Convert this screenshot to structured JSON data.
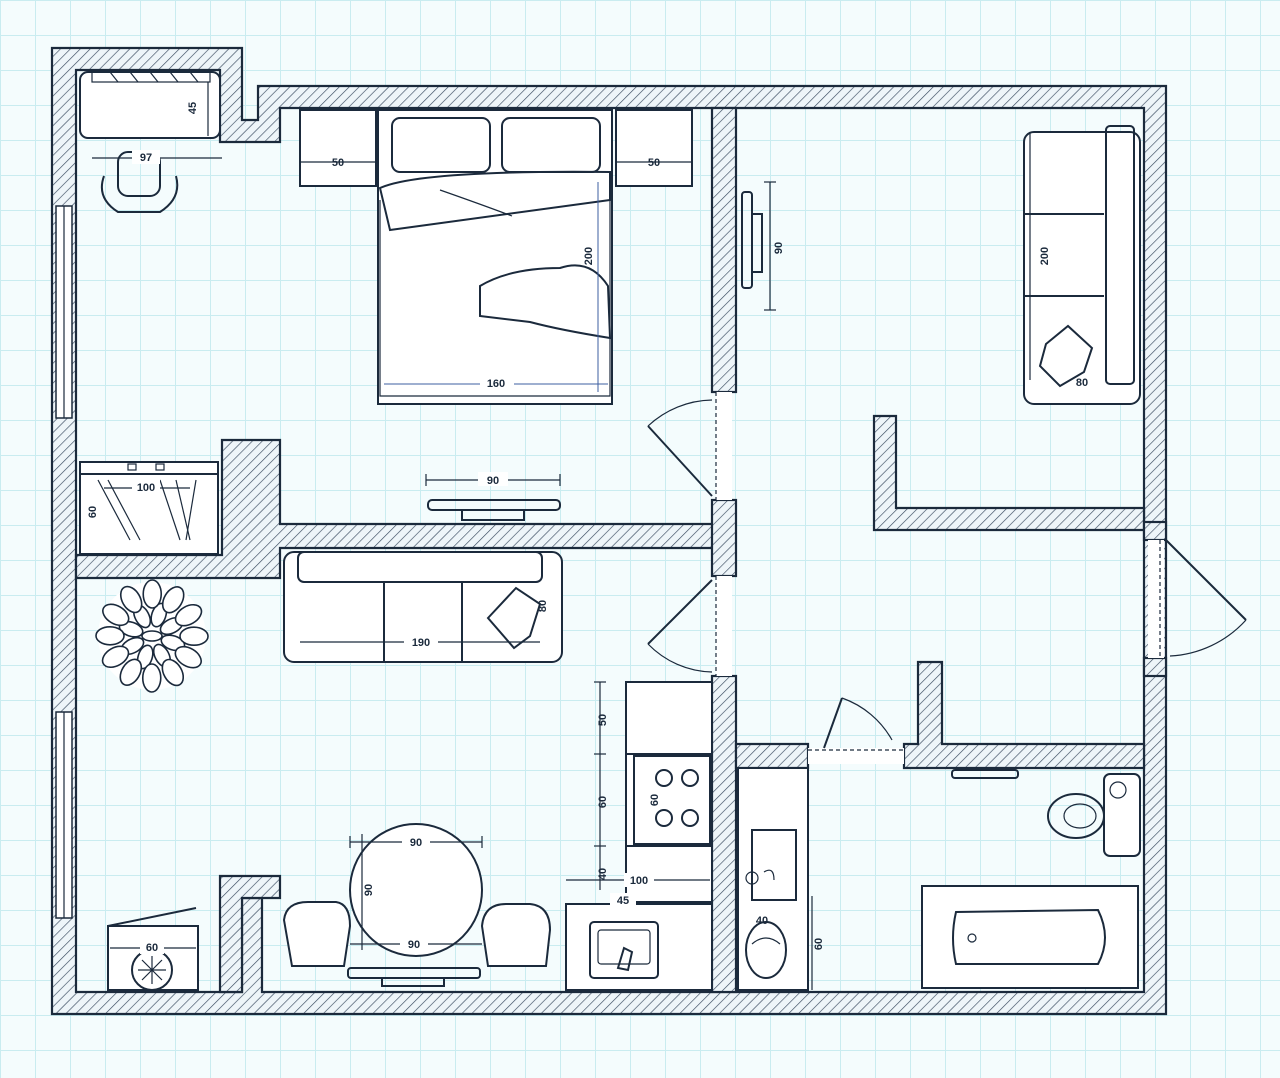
{
  "dimensions": {
    "desk_depth": "45",
    "chair_width": "97",
    "nightstand_left": "50",
    "nightstand_right": "50",
    "bed_length": "200",
    "bed_width": "160",
    "tv_bedroom": "90",
    "wardrobe_width": "100",
    "wardrobe_depth": "60",
    "sofa_length": "190",
    "sofa_depth": "80",
    "tv_hall": "90",
    "hall_sofa_length": "200",
    "hall_sofa_depth": "80",
    "counter_top": "50",
    "stove": "60",
    "stove_inner": "60",
    "counter_low": "40",
    "counter_run": "100",
    "sink_width": "45",
    "table_width_top": "90",
    "table_height": "90",
    "table_width_bottom": "90",
    "washer": "60",
    "basin": "40",
    "basin_run": "60"
  }
}
